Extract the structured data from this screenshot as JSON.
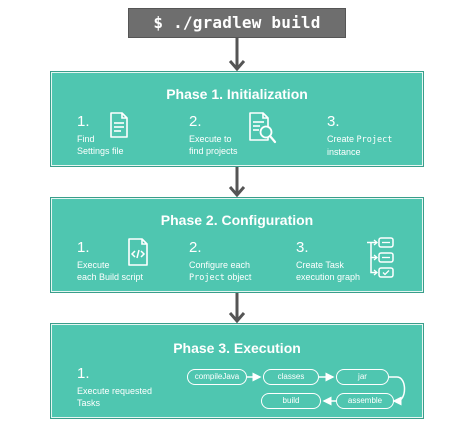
{
  "command": "$ ./gradlew build",
  "phases": [
    {
      "title": "Phase 1. Initialization",
      "steps": [
        {
          "num": "1.",
          "line1": "Find",
          "line2": "Settings file",
          "icon": "document-icon"
        },
        {
          "num": "2.",
          "line1": "Execute to",
          "line2": "find projects",
          "icon": "document-search-icon"
        },
        {
          "num": "3.",
          "line1_pre": "Create ",
          "line1_code": "Project",
          "line2": "instance"
        }
      ]
    },
    {
      "title": "Phase 2. Configuration",
      "steps": [
        {
          "num": "1.",
          "line1": "Execute",
          "line2": "each Build script",
          "icon": "code-file-icon"
        },
        {
          "num": "2.",
          "line1": "Configure each",
          "line2_code": "Project",
          "line2_post": " object"
        },
        {
          "num": "3.",
          "line1": "Create Task",
          "line2": "execution graph",
          "icon": "task-graph-icon"
        }
      ]
    },
    {
      "title": "Phase 3. Execution",
      "steps": [
        {
          "num": "1.",
          "line1": "Execute requested",
          "line2": "Tasks"
        }
      ],
      "tasks": [
        "compileJava",
        "classes",
        "jar",
        "assemble",
        "build"
      ]
    }
  ],
  "colors": {
    "phase_bg": "#4fc6b0",
    "command_bg": "#6e6e6e",
    "arrow": "#555555",
    "text": "#ffffff"
  }
}
